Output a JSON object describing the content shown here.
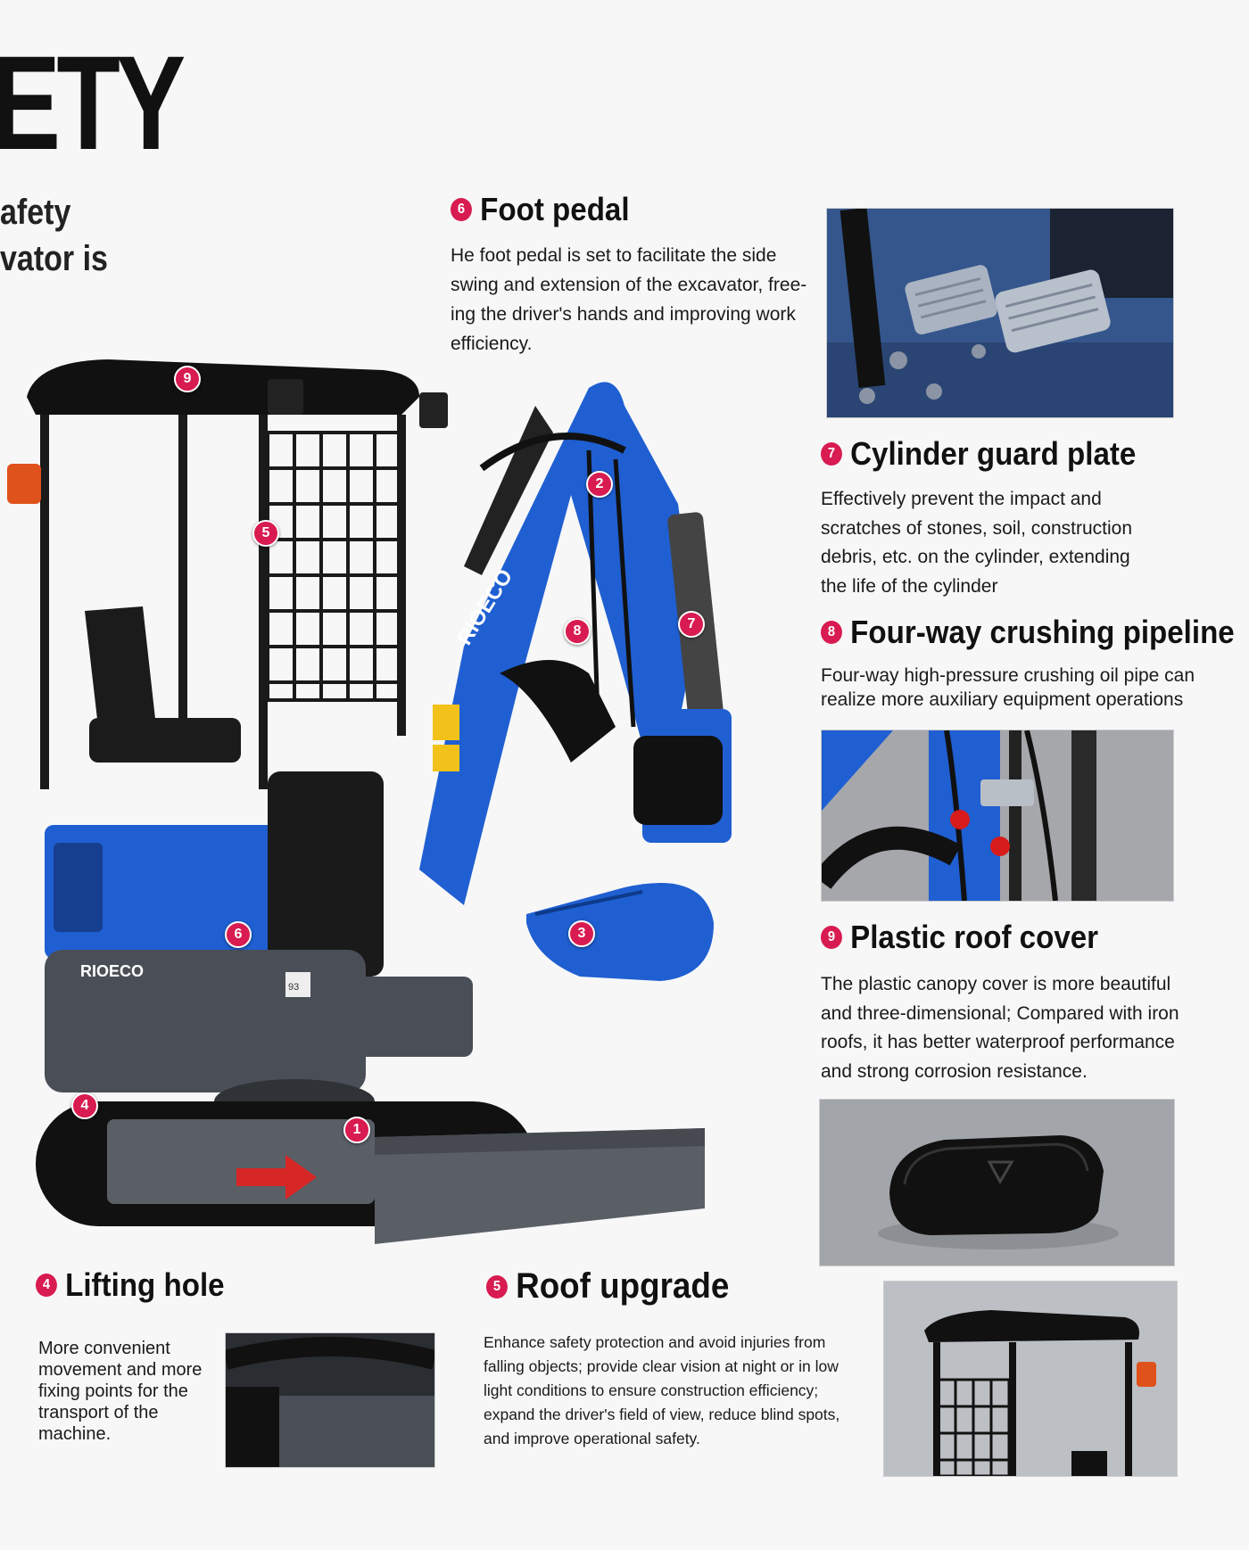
{
  "hero": {
    "title": "ETY",
    "subtitle_line1": "afety",
    "subtitle_line2": "vator is"
  },
  "colors": {
    "accent": "#d81b50",
    "machine_blue": "#1f5fd1",
    "machine_grey": "#4a4f57"
  },
  "features": {
    "foot_pedal": {
      "num": "6",
      "title": "Foot pedal",
      "body": "He foot pedal is set to facilitate the side swing and extension of the excavator, free-ing the driver's hands and improving work efficiency."
    },
    "cylinder_guard": {
      "num": "7",
      "title": "Cylinder guard plate",
      "body": "Effectively prevent the impact and scratches of stones, soil, construction debris, etc. on the cylinder, extending the life of the cylinder"
    },
    "pipeline": {
      "num": "8",
      "title": "Four-way crushing pipeline",
      "body": "Four-way high-pressure crushing oil pipe can realize more auxiliary equipment operations"
    },
    "roof_cover": {
      "num": "9",
      "title": "Plastic roof cover",
      "body": "The plastic canopy cover is more beautiful and three-dimensional; Compared with iron roofs, it has better waterproof performance and strong corrosion resistance."
    },
    "lifting_hole": {
      "num": "4",
      "title": "Lifting hole",
      "body": "More convenient movement and more fixing points for the transport of the machine."
    },
    "roof_upgrade": {
      "num": "5",
      "title": "Roof upgrade",
      "body": "Enhance safety protection and avoid injuries from falling objects; provide clear vision at night or in low light conditions to ensure construction efficiency; expand the driver's field of view, reduce blind spots, and improve operational safety."
    }
  },
  "machine": {
    "brand_arm": "RIOECO",
    "brand_body": "RIOECO",
    "sticker": "93",
    "callouts": [
      "1",
      "2",
      "3",
      "4",
      "5",
      "6",
      "7",
      "8",
      "9"
    ]
  },
  "icons": {
    "badge": "numbered-circle-icon",
    "logo": "triangle-logo-icon"
  }
}
